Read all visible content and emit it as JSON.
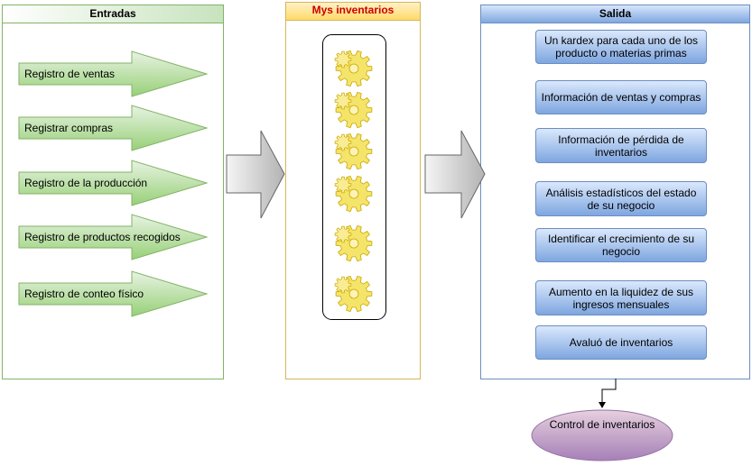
{
  "entradas": {
    "title": "Entradas",
    "items": [
      "Registro de ventas",
      "Registrar compras",
      "Registro de la producción",
      "Registro de productos recogidos",
      "Registro de conteo físico"
    ]
  },
  "inventarios": {
    "title": "Mys inventarios",
    "title_color": "#cc0000",
    "gear_count": 6
  },
  "salida": {
    "title": "Salida",
    "items": [
      "Un kardex para  cada uno de los producto o materias primas",
      "Información de ventas y compras",
      "Información de pérdida de inventarios",
      "Análisis estadísticos del estado de su negocio",
      "Identificar el crecimiento de su negocio",
      "Aumento en la liquidez de sus ingresos mensuales",
      "Avaluó de inventarios"
    ]
  },
  "result": {
    "label": "Control de inventarios"
  },
  "colors": {
    "green_fill": "#d5e8d4",
    "green_stroke": "#82b366",
    "blue_fill": "#dae8fc",
    "blue_stroke": "#6c8ebf",
    "yellow_fill": "#fff2cc",
    "yellow_stroke": "#d6b656",
    "purple_fill": "#e1d5e7",
    "purple_stroke": "#9673a6",
    "gear_color": "#f5e46a"
  }
}
